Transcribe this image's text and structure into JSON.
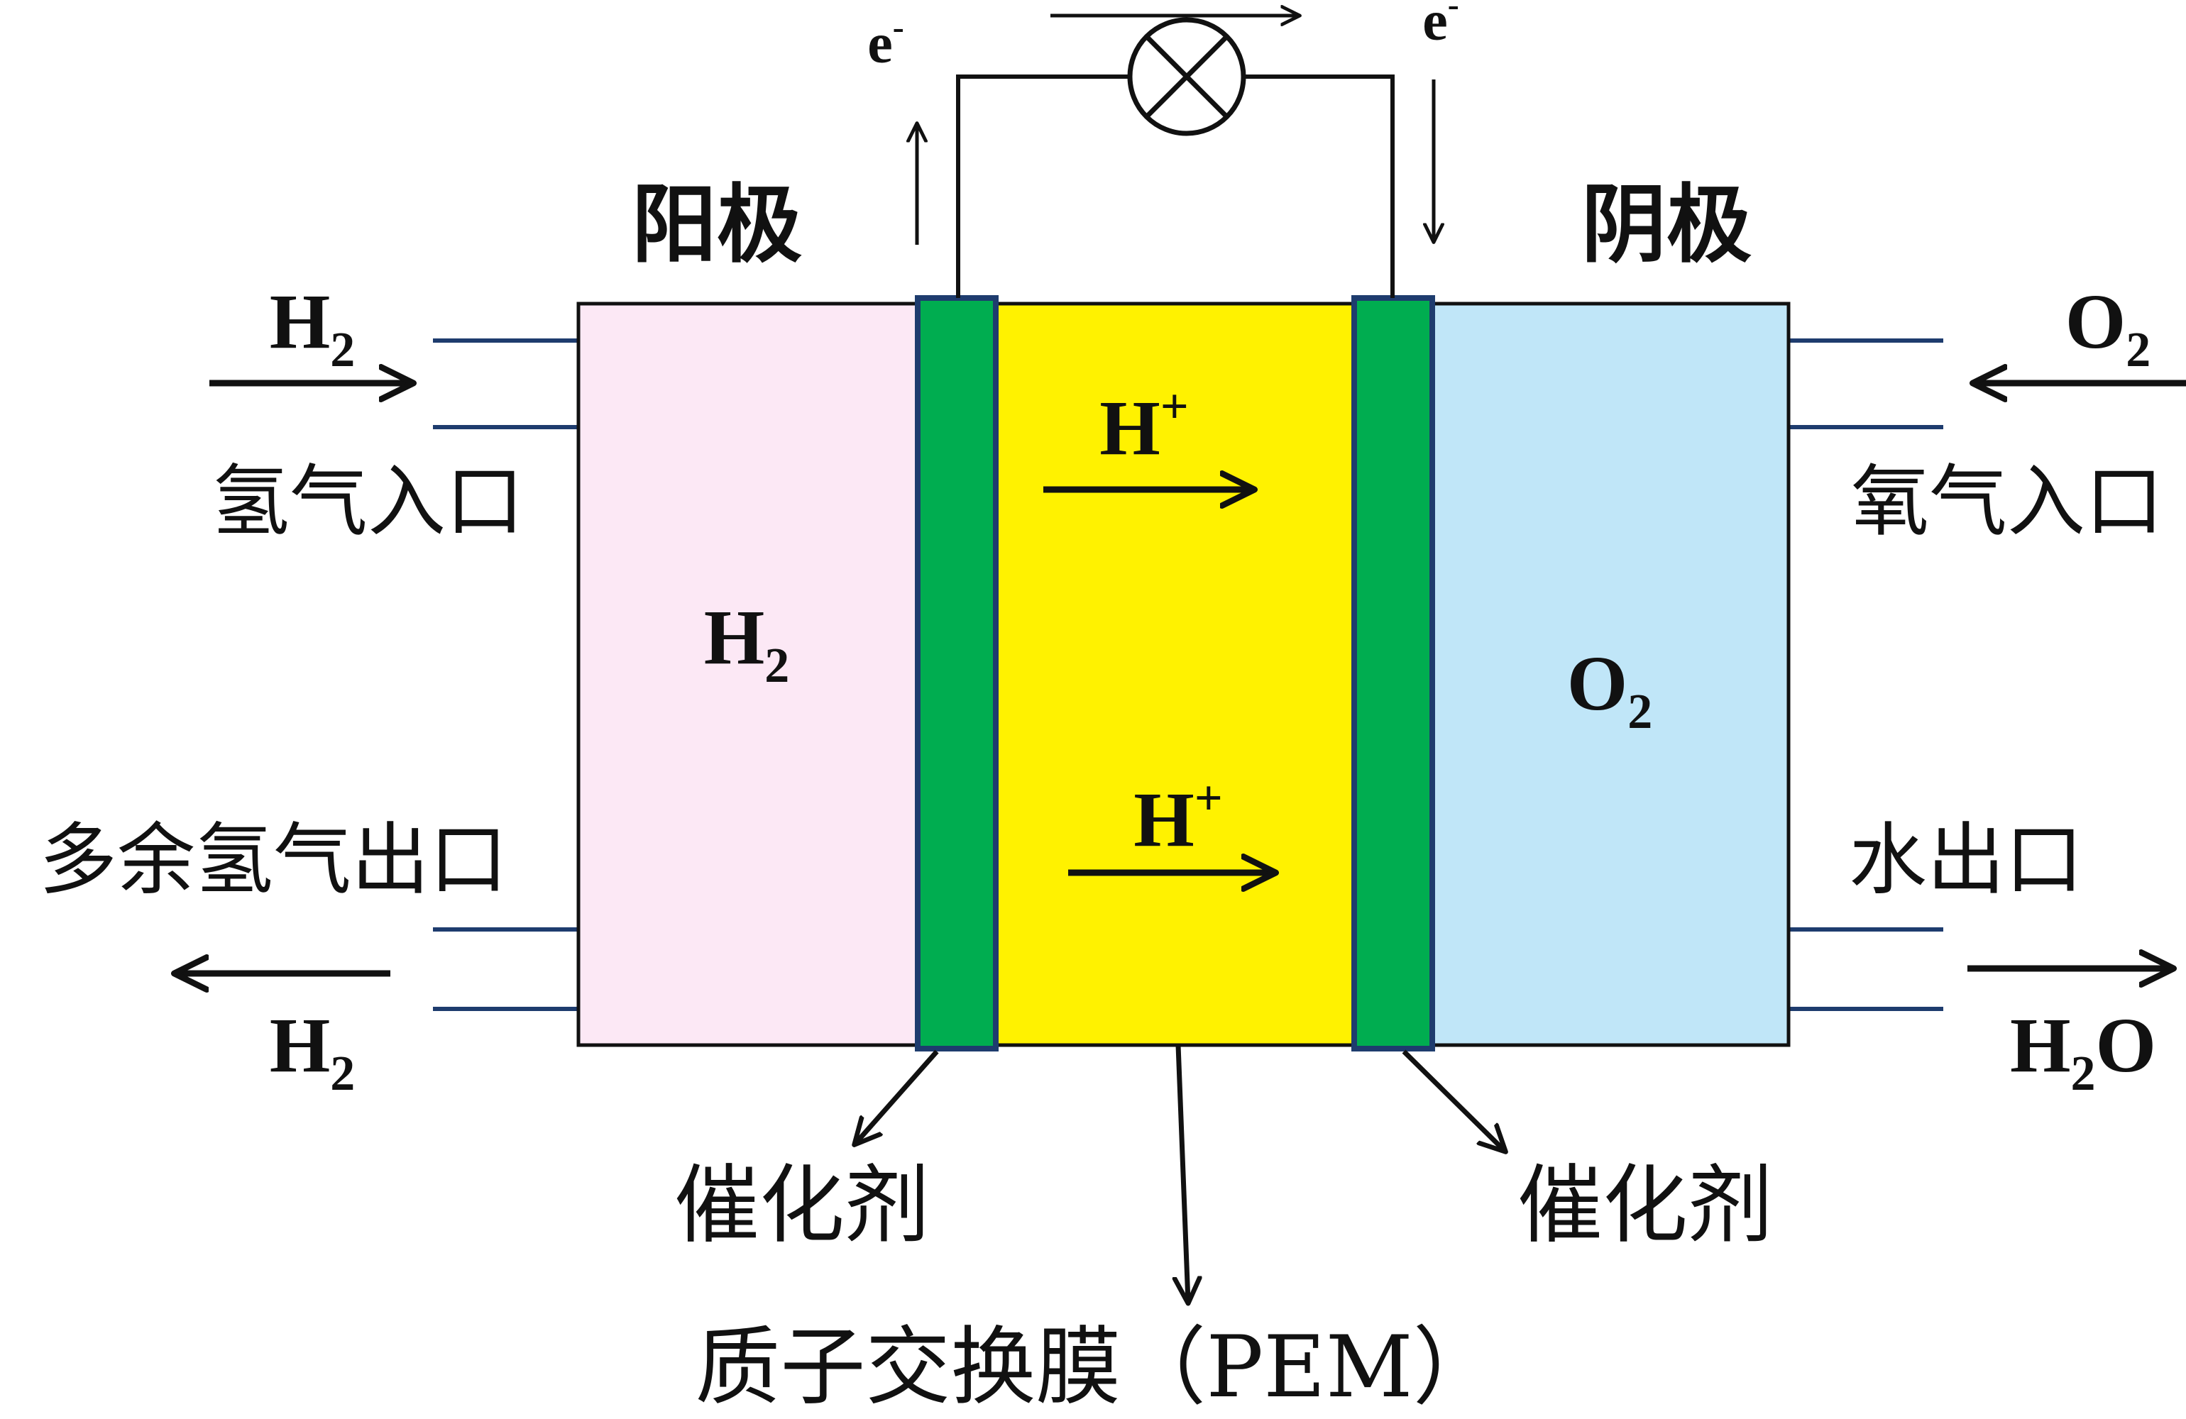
{
  "anode_label": "阳极",
  "cathode_label": "阴极",
  "electron_label_left": {
    "base": "e",
    "sup": "-"
  },
  "electron_label_right": {
    "base": "e",
    "sup": "-"
  },
  "h2_in": {
    "base": "H",
    "sub": "2"
  },
  "h2_in_caption": "氢气入口",
  "h2_out": {
    "base": "H",
    "sub": "2"
  },
  "h2_out_caption": "多余氢气出口",
  "o2_in": {
    "base": "O",
    "sub": "2"
  },
  "o2_in_caption": "氧气入口",
  "water_out": {
    "base": "H",
    "sub": "2",
    "tail": "O"
  },
  "water_out_caption": "水出口",
  "anode_chamber": {
    "base": "H",
    "sub": "2"
  },
  "cathode_chamber": {
    "base": "O",
    "sub": "2"
  },
  "proton_top": {
    "base": "H",
    "sup": "+"
  },
  "proton_bottom": {
    "base": "H",
    "sup": "+"
  },
  "catalyst_left": "催化剂",
  "catalyst_right": "催化剂",
  "membrane_label": "质子交换膜（PEM）",
  "colors": {
    "anode_chamber": "#fce8f5",
    "cathode_chamber": "#c0e6f8",
    "catalyst": "#00ad50",
    "membrane": "#fff200",
    "line": "#111111",
    "pipe": "#1e3c6e"
  },
  "icons": {
    "load": "lamp-icon"
  }
}
